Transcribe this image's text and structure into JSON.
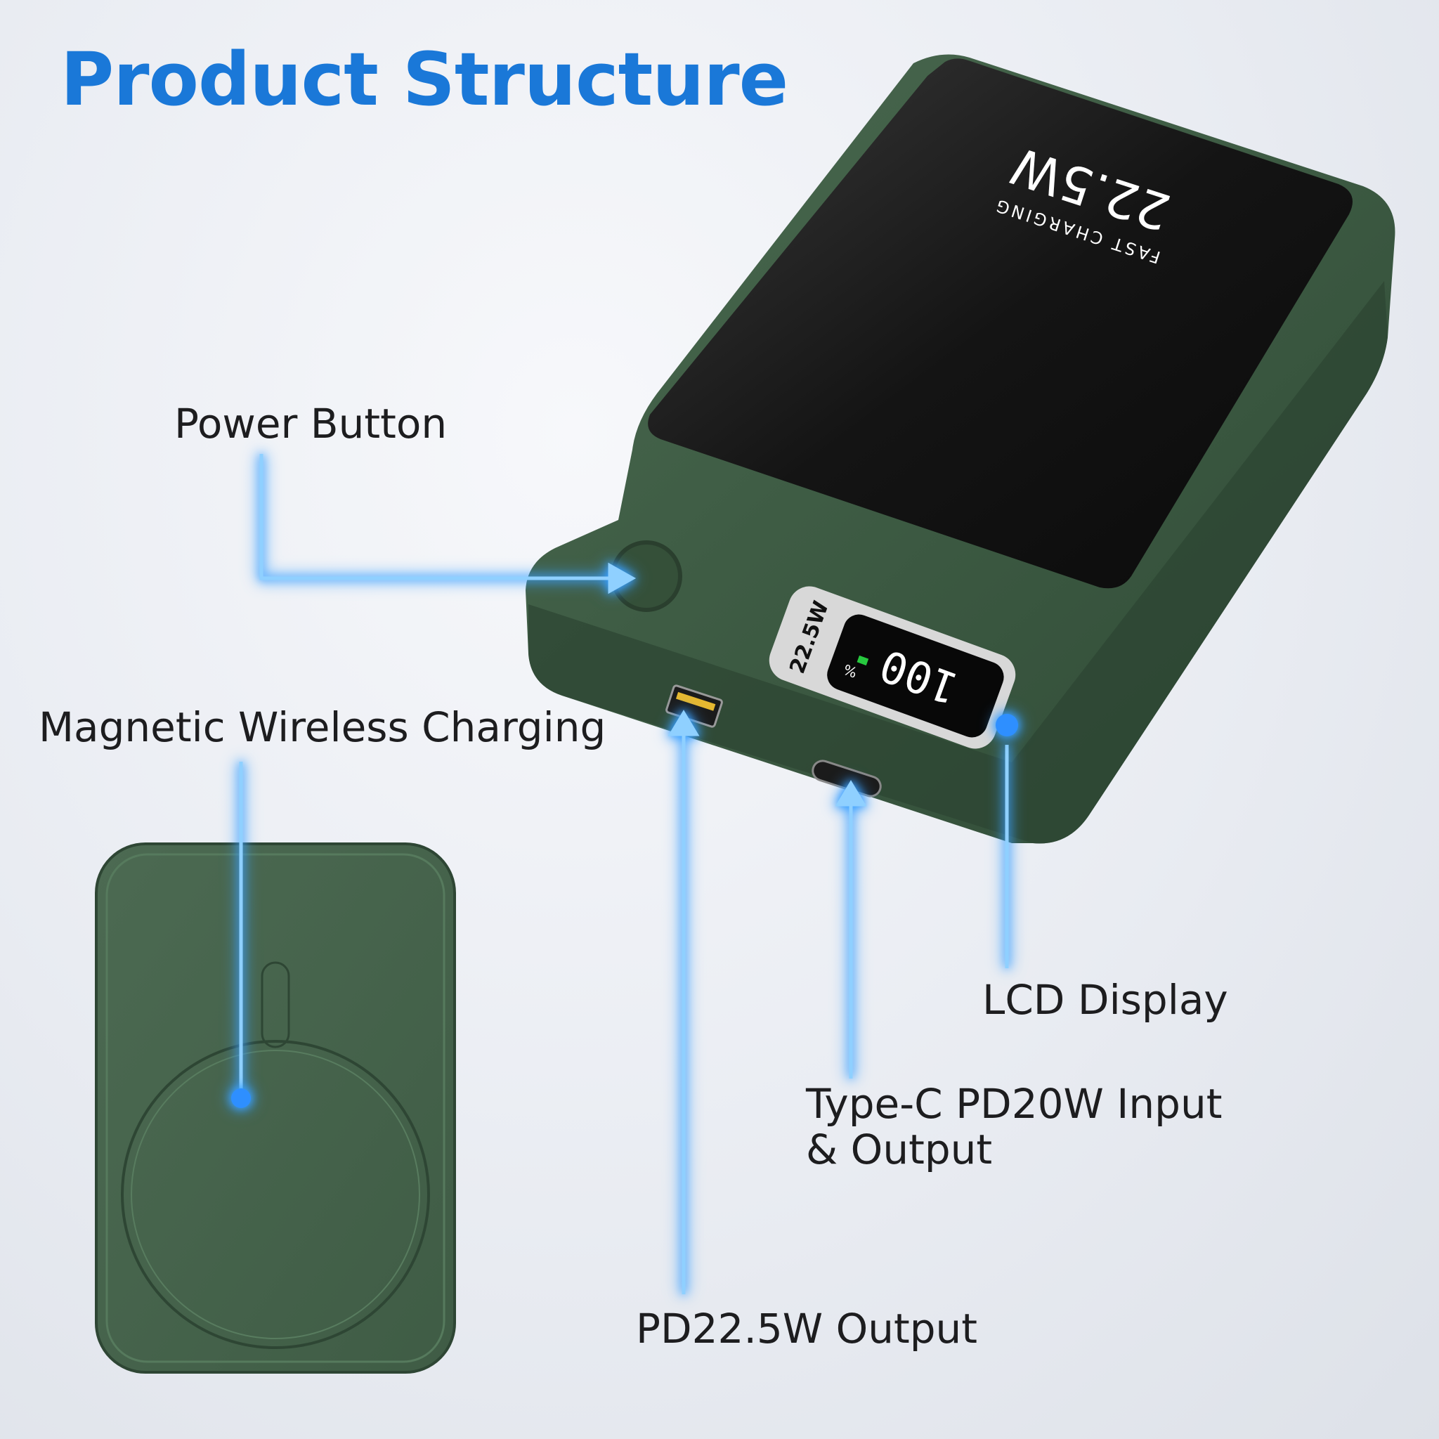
{
  "title": "Product Structure",
  "labels": {
    "power_button": "Power Button",
    "magnetic_wireless": "Magnetic Wireless Charging",
    "lcd_display": "LCD Display",
    "type_c_line1": "Type-C PD20W Input",
    "type_c_line2": "& Output",
    "pd_output": "PD22.5W Output"
  },
  "device_print": {
    "top_wattage": "22.5W",
    "top_caption": "FAST CHARGING",
    "side_badge": "22.5W",
    "lcd_value": "100",
    "lcd_unit": "%"
  },
  "colors": {
    "title": "#1a78d8",
    "callout": "#3a9cff",
    "device_green": "#3e5a44",
    "glass": "#111111"
  }
}
